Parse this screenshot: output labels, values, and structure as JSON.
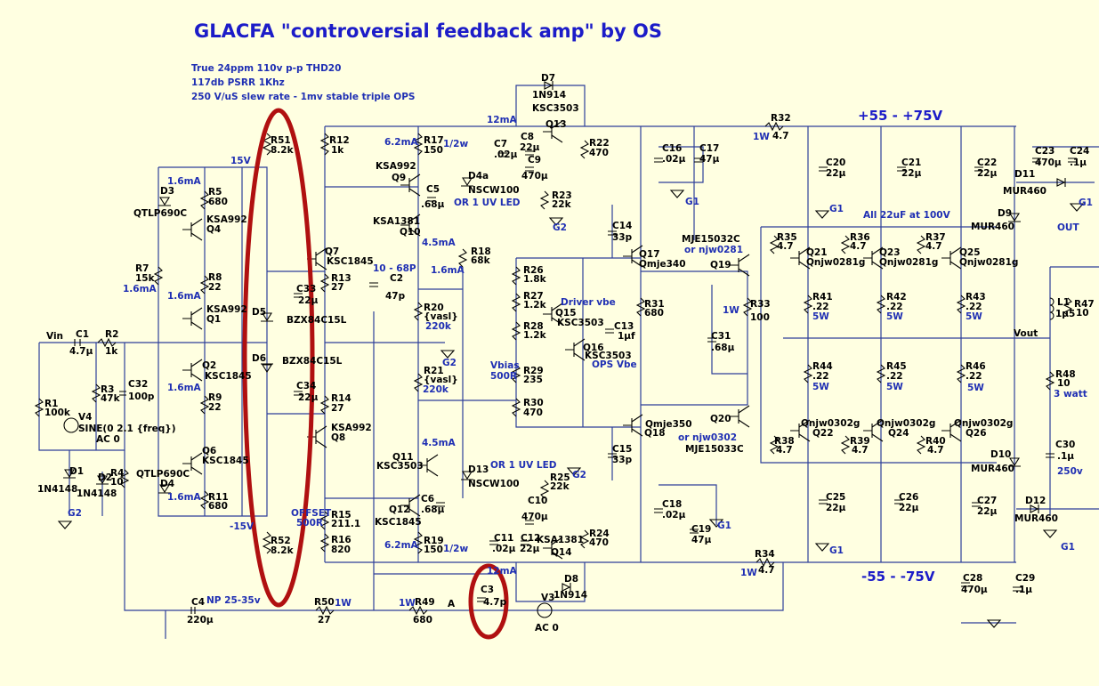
{
  "title": "GLACFA \"controversial feedback amp\" by OS",
  "specs": [
    "True 24ppm 110v p-p THD20",
    "117db PSRR 1Khz",
    "250 V/uS slew rate - 1mv stable triple OPS"
  ],
  "rails": {
    "positive": "+55 -  +75V",
    "negative": "-55 -  -75V"
  },
  "notes": {
    "all22": "All 22uF at 100V",
    "or_uv1": "OR 1 UV LED",
    "or_uv2": "OR 1 UV LED",
    "driver_vbe": "Driver vbe",
    "ops_vbe": "OPS Vbe",
    "vbias": "Vbias",
    "vbias_val": "500R",
    "offset": "OFFSET",
    "offset_val": "500R",
    "c2range": "10 - 68P",
    "c4np": "NP 25-35v",
    "out": "OUT",
    "vout": "Vout",
    "vin": "Vin",
    "nodeA": "A",
    "three_watt": "3 watt",
    "c30v": "250v",
    "or_njw0281": "or njw0281",
    "or_njw0302": "or njw0302"
  },
  "currents": {
    "c1": "1.6mA",
    "c2": "1.6mA",
    "c3": "1.6mA",
    "c4": "1.6mA",
    "c5": "1.6mA",
    "c6": "6.2mA",
    "c7": "6.2mA",
    "c8": "4.5mA",
    "c9": "4.5mA",
    "c10": "1.6mA",
    "c11": "12mA",
    "c12": "12mA",
    "v15": "15V",
    "vm15": "-15V"
  },
  "powers": {
    "p1": "1/2w",
    "p2": "1/2w",
    "p3": "1W",
    "p4": "1W",
    "p5": "1W",
    "p6": "1W",
    "p7": "1W",
    "w1": "5W",
    "w2": "5W",
    "w3": "5W",
    "w4": "5W",
    "w5": "5W",
    "w6": "5W"
  },
  "components": {
    "R51": [
      "R51",
      "8.2k"
    ],
    "R52": [
      "R52",
      "8.2k"
    ],
    "R12": [
      "R12",
      "1k"
    ],
    "R17": [
      "R17",
      "150"
    ],
    "R19": [
      "R19",
      "150"
    ],
    "R5": [
      "R5",
      "680"
    ],
    "R7": [
      "R7",
      "15k"
    ],
    "R8": [
      "R8",
      "22"
    ],
    "R9": [
      "R9",
      "22"
    ],
    "R11": [
      "R11",
      "680"
    ],
    "R2": [
      "R2",
      "1k"
    ],
    "R1": [
      "R1",
      "100k"
    ],
    "R3": [
      "R3",
      "47k"
    ],
    "R4": [
      "R4",
      "10"
    ],
    "R13": [
      "R13",
      "27"
    ],
    "R14": [
      "R14",
      "27"
    ],
    "R15": [
      "R15",
      "211.1"
    ],
    "R16": [
      "R16",
      "820"
    ],
    "R18": [
      "R18",
      "68k"
    ],
    "R20": [
      "R20",
      "{vasl}",
      "220k"
    ],
    "R21": [
      "R21",
      "{vasl}",
      "220k"
    ],
    "R22": [
      "R22",
      "470"
    ],
    "R23": [
      "R23",
      "22k"
    ],
    "R24": [
      "R24",
      "470"
    ],
    "R25": [
      "R25",
      "22k"
    ],
    "R26": [
      "R26",
      "1.8k"
    ],
    "R27": [
      "R27",
      "1.2k"
    ],
    "R28": [
      "R28",
      "1.2k"
    ],
    "R29": [
      "R29",
      "235"
    ],
    "R30": [
      "R30",
      "470"
    ],
    "R31": [
      "R31",
      "680"
    ],
    "R32": [
      "R32",
      "4.7"
    ],
    "R33": [
      "R33",
      "100"
    ],
    "R34": [
      "R34",
      "4.7"
    ],
    "R35": [
      "R35",
      "4.7"
    ],
    "R36": [
      "R36",
      "4.7"
    ],
    "R37": [
      "R37",
      "4.7"
    ],
    "R38": [
      "R38",
      "4.7"
    ],
    "R39": [
      "R39",
      "4.7"
    ],
    "R40": [
      "R40",
      "4.7"
    ],
    "R41": [
      "R41",
      ".22"
    ],
    "R42": [
      "R42",
      ".22"
    ],
    "R43": [
      "R43",
      ".22"
    ],
    "R44": [
      "R44",
      ".22"
    ],
    "R45": [
      "R45",
      ".22"
    ],
    "R46": [
      "R46",
      ".22"
    ],
    "R47": [
      "R47",
      "10"
    ],
    "R48": [
      "R48",
      "10"
    ],
    "R49": [
      "R49",
      "680"
    ],
    "R50": [
      "R50",
      "27"
    ],
    "C1": [
      "C1",
      "4.7µ"
    ],
    "C2": [
      "C2",
      "47p"
    ],
    "C3": [
      "C3",
      "4.7p"
    ],
    "C4": [
      "C4",
      "220µ"
    ],
    "C5": [
      "C5",
      ".68µ"
    ],
    "C6": [
      "C6",
      ".68µ"
    ],
    "C7": [
      "C7",
      ".02µ"
    ],
    "C8": [
      "C8",
      "22µ"
    ],
    "C9": [
      "C9",
      "470µ"
    ],
    "C10": [
      "C10",
      "470µ"
    ],
    "C11": [
      "C11",
      ".02µ"
    ],
    "C12": [
      "C12",
      "22µ"
    ],
    "C13": [
      "C13",
      "1µf"
    ],
    "C14": [
      "C14",
      "33p"
    ],
    "C15": [
      "C15",
      "33p"
    ],
    "C16": [
      "C16",
      ".02µ"
    ],
    "C17": [
      "C17",
      "47µ"
    ],
    "C18": [
      "C18",
      ".02µ"
    ],
    "C19": [
      "C19",
      "47µ"
    ],
    "C20": [
      "C20",
      "22µ"
    ],
    "C21": [
      "C21",
      "22µ"
    ],
    "C22": [
      "C22",
      "22µ"
    ],
    "C23": [
      "C23",
      "470µ"
    ],
    "C24": [
      "C24",
      ".1µ"
    ],
    "C25": [
      "C25",
      "22µ"
    ],
    "C26": [
      "C26",
      "22µ"
    ],
    "C27": [
      "C27",
      "22µ"
    ],
    "C28": [
      "C28",
      "470µ"
    ],
    "C29": [
      "C29",
      ".1µ"
    ],
    "C30": [
      "C30",
      ".1µ"
    ],
    "C31": [
      "C31",
      ".68µ"
    ],
    "C32": [
      "C32",
      "100p"
    ],
    "C33": [
      "C33",
      "22µ"
    ],
    "C34": [
      "C34",
      "22µ"
    ],
    "L1": [
      "L1",
      "1µ5"
    ],
    "D1": [
      "D1",
      "1N4148"
    ],
    "D2": [
      "D2",
      "1N4148"
    ],
    "D3": [
      "D3",
      "QTLP690C"
    ],
    "D4": [
      "D4",
      "QTLP690C"
    ],
    "D4a": [
      "D4a",
      "NSCW100"
    ],
    "D13": [
      "D13",
      "NSCW100"
    ],
    "D5": [
      "D5",
      "BZX84C15L"
    ],
    "D6": [
      "D6",
      "BZX84C15L"
    ],
    "D7": [
      "D7",
      "1N914"
    ],
    "D8": [
      "D8",
      "1N914"
    ],
    "D9": [
      "D9",
      "MUR460"
    ],
    "D10": [
      "D10",
      "MUR460"
    ],
    "D11": [
      "D11",
      "MUR460"
    ],
    "D12": [
      "D12",
      "MUR460"
    ],
    "Q1": [
      "KSA992",
      "Q1"
    ],
    "Q2": [
      "Q2",
      "KSC1845"
    ],
    "Q4": [
      "KSA992",
      "Q4"
    ],
    "Q6": [
      "Q6",
      "KSC1845"
    ],
    "Q7": [
      "Q7",
      "KSC1845"
    ],
    "Q8": [
      "KSA992",
      "Q8"
    ],
    "Q9": [
      "KSA992",
      "Q9"
    ],
    "Q10": [
      "KSA1381",
      "Q10"
    ],
    "Q11": [
      "Q11",
      "KSC3503"
    ],
    "Q12": [
      "Q12",
      "KSC1845"
    ],
    "Q13": [
      "KSC3503",
      "Q13"
    ],
    "Q14": [
      "KSA1381",
      "Q14"
    ],
    "Q15": [
      "Q15",
      "KSC3503"
    ],
    "Q16": [
      "Q16",
      "KSC3503"
    ],
    "Q17": [
      "Q17",
      "Qmje340"
    ],
    "Q18": [
      "Qmje350",
      "Q18"
    ],
    "Q19": [
      "MJE15032C",
      "Q19"
    ],
    "Q20": [
      "Q20",
      "MJE15033C"
    ],
    "Q21": [
      "Q21",
      "Qnjw0281g"
    ],
    "Q23": [
      "Q23",
      "Qnjw0281g"
    ],
    "Q25": [
      "Q25",
      "Qnjw0281g"
    ],
    "Q22": [
      "Qnjw0302g",
      "Q22"
    ],
    "Q24": [
      "Qnjw0302g",
      "Q24"
    ],
    "Q26": [
      "Qnjw0302g",
      "Q26"
    ],
    "V3": [
      "V3",
      "AC 0"
    ],
    "V4": [
      "V4",
      "SINE(0 2.1 {freq})",
      "AC 0"
    ],
    "G1": "G1",
    "G2": "G2"
  },
  "colors": {
    "background": "#ffffe1",
    "wire": "#2d3f99",
    "label": "#1c1cc8",
    "highlight": "#b01010"
  }
}
